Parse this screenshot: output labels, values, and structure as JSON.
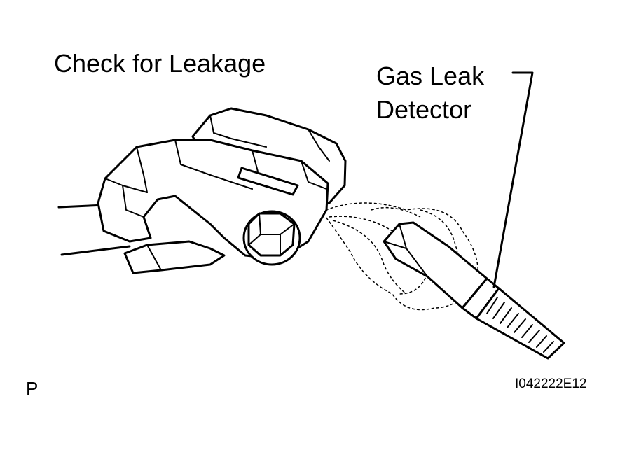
{
  "title": "Check for Leakage",
  "detector_label": {
    "line1": "Gas Leak",
    "line2": "Detector"
  },
  "corner_letter": "P",
  "reference_code": "I042222E12",
  "colors": {
    "ink": "#000000",
    "background": "#ffffff"
  }
}
